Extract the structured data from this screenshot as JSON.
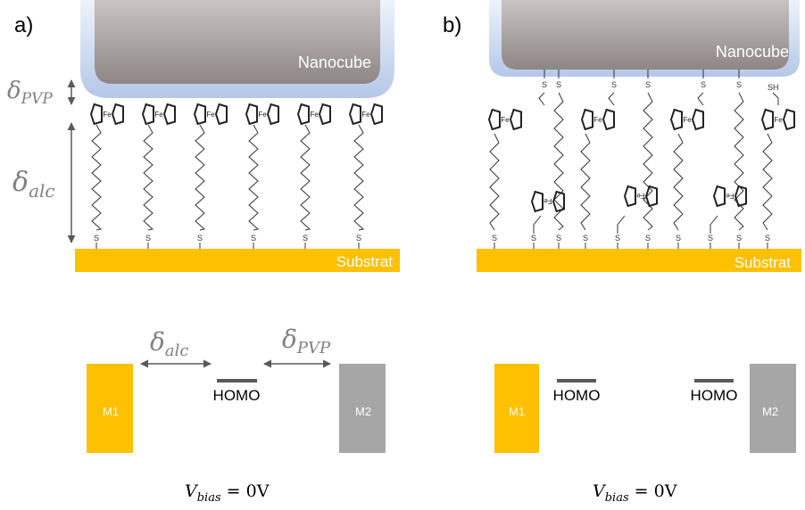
{
  "panel_a": {
    "label": "a)",
    "nanocube_label": "Nanocube",
    "substrate_label": "Substrat",
    "delta_pvp": {
      "symbol": "δ",
      "subscript": "PVP"
    },
    "delta_alc": {
      "symbol": "δ",
      "subscript": "alc"
    },
    "fe": "Fe",
    "sulfur": "S"
  },
  "panel_b": {
    "label": "b)",
    "nanocube_label": "Nanocube",
    "substrate_label": "Substrat",
    "fe": "Fe",
    "fe_flipped": "Fe",
    "sulfur": "S",
    "thiol": "SH"
  },
  "energy_a": {
    "m1": "M1",
    "m2": "M2",
    "homo": "HOMO",
    "delta_alc": {
      "symbol": "δ",
      "subscript": "alc"
    },
    "delta_pvp": {
      "symbol": "δ",
      "subscript": "PVP"
    },
    "vbias": {
      "symbol": "V",
      "subscript": "bias",
      "rhs": "= 0V"
    }
  },
  "energy_b": {
    "m1": "M1",
    "m2": "M2",
    "homo_left": "HOMO",
    "homo_right": "HOMO",
    "vbias": {
      "symbol": "V",
      "subscript": "bias",
      "rhs": "= 0V"
    }
  },
  "colors": {
    "gold": "#FFC000",
    "grey_block": "#A6A6A6",
    "nanocube_core": "#9b9493",
    "nanocube_shell": "#c2d2ec",
    "line": "#333333",
    "dim_text": "#7f7f7f"
  }
}
